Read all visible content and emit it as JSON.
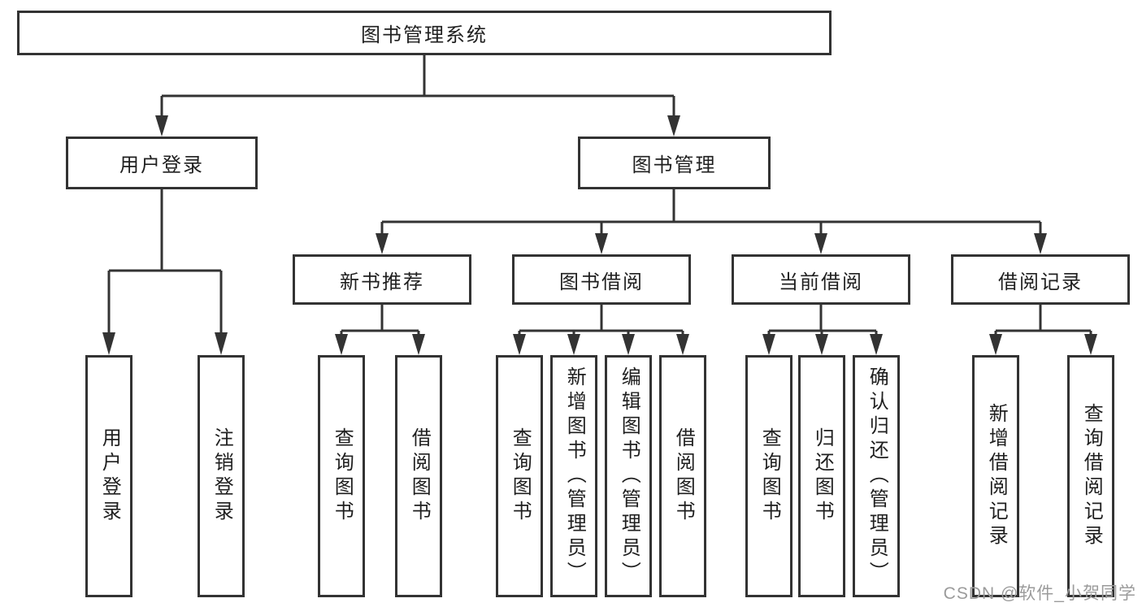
{
  "tree": {
    "root": {
      "label": "图书管理系统"
    },
    "children": [
      {
        "label": "用户登录",
        "children": [
          {
            "label": "用户登录"
          },
          {
            "label": "注销登录"
          }
        ]
      },
      {
        "label": "图书管理",
        "children": [
          {
            "label": "新书推荐",
            "children": [
              {
                "label": "查询图书"
              },
              {
                "label": "借阅图书"
              }
            ]
          },
          {
            "label": "图书借阅",
            "children": [
              {
                "label": "查询图书"
              },
              {
                "label": "新增图书（管理员）"
              },
              {
                "label": "编辑图书（管理员）"
              },
              {
                "label": "借阅图书"
              }
            ]
          },
          {
            "label": "当前借阅",
            "children": [
              {
                "label": "查询图书"
              },
              {
                "label": "归还图书"
              },
              {
                "label": "确认归还（管理员）"
              }
            ]
          },
          {
            "label": "借阅记录",
            "children": [
              {
                "label": "新增借阅记录"
              },
              {
                "label": "查询借阅记录"
              }
            ]
          }
        ]
      }
    ]
  },
  "watermark": {
    "text": "CSDN @软件_小贺同学"
  },
  "colors": {
    "line": "#333333",
    "box_border": "#333333",
    "text": "#1f1f1f",
    "watermark": "#9b9b9b",
    "background": "#ffffff"
  }
}
